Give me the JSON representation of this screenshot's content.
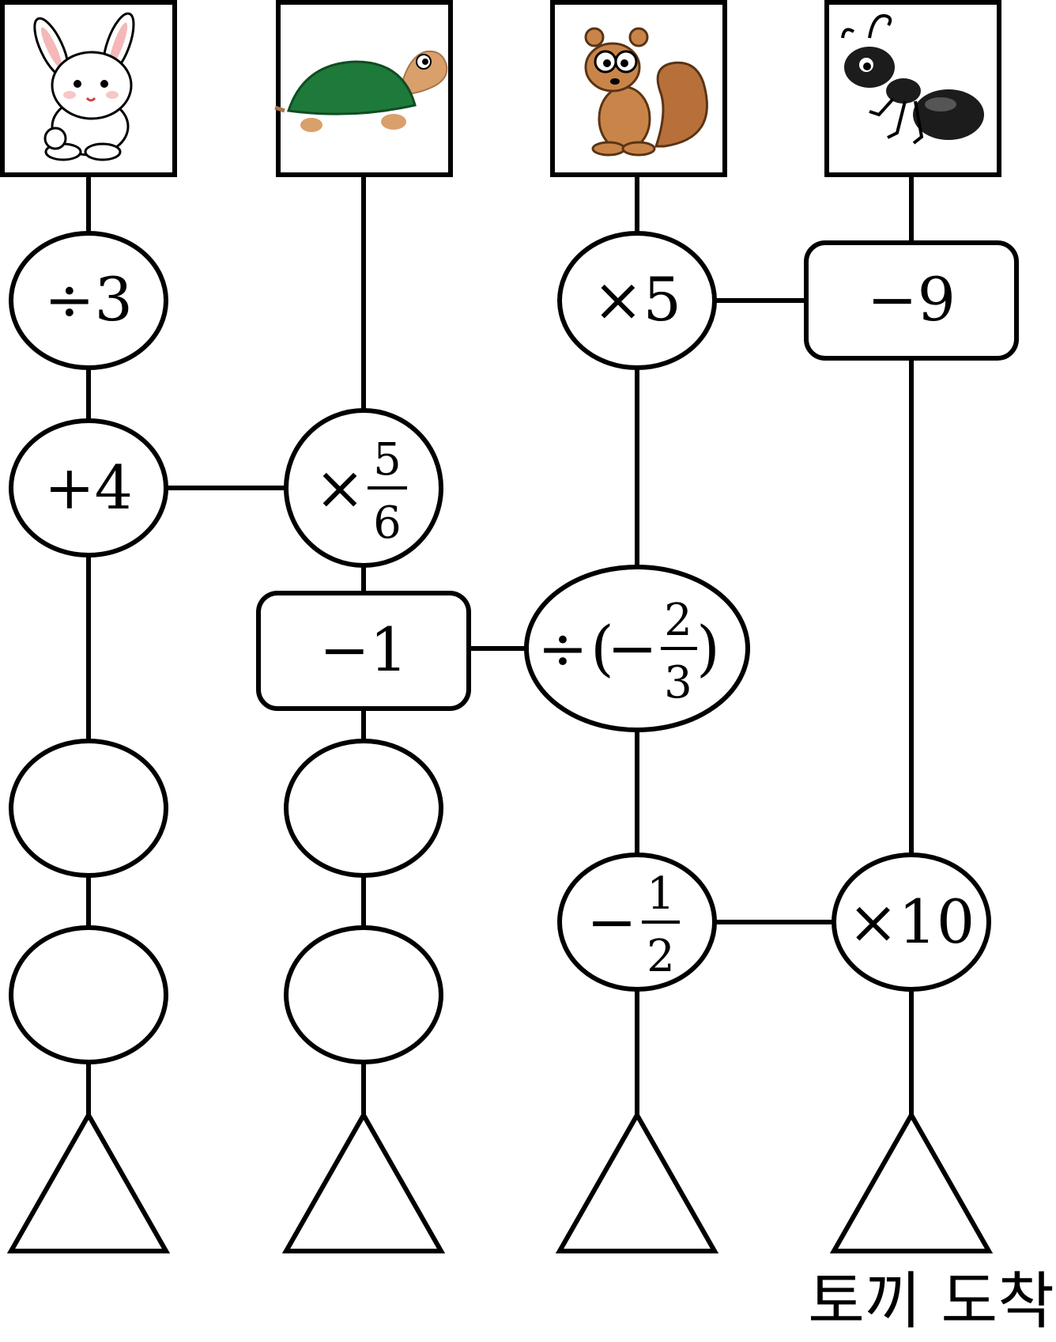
{
  "animals": [
    {
      "name": "rabbit",
      "icon": "rabbit-icon"
    },
    {
      "name": "turtle",
      "icon": "turtle-icon"
    },
    {
      "name": "squirrel",
      "icon": "squirrel-icon"
    },
    {
      "name": "ant",
      "icon": "ant-icon"
    }
  ],
  "operations": {
    "rabbit_div3": {
      "sign": "÷",
      "value": "3"
    },
    "rabbit_plus4": {
      "sign": "+",
      "value": "4"
    },
    "turtle_mul_frac": {
      "sign": "×",
      "numerator": "5",
      "denominator": "6"
    },
    "turtle_minus1": {
      "sign": "−",
      "value": "1"
    },
    "squirrel_mul5": {
      "sign": "×",
      "value": "5"
    },
    "squirrel_div_frac": {
      "sign": "÷",
      "open": "(",
      "neg": "−",
      "numerator": "2",
      "denominator": "3",
      "close": ")"
    },
    "squirrel_minus_half": {
      "sign": "−",
      "numerator": "1",
      "denominator": "2"
    },
    "ant_minus9": {
      "sign": "−",
      "value": "9"
    },
    "ant_mul10": {
      "sign": "×",
      "value": "10"
    }
  },
  "caption": "토끼 도착"
}
